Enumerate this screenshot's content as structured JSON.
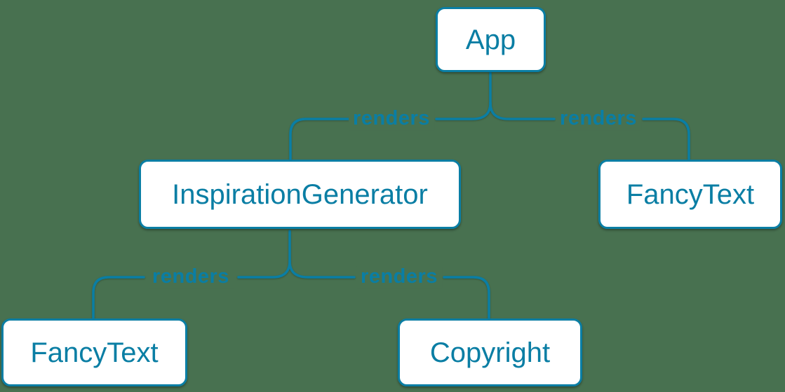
{
  "colors": {
    "background": "#487150",
    "accent": "#0a7ea4",
    "node_fill": "#ffffff"
  },
  "diagram": {
    "type": "component-render-tree",
    "nodes": [
      {
        "id": "app",
        "label": "App"
      },
      {
        "id": "inspiration-generator",
        "label": "InspirationGenerator"
      },
      {
        "id": "fancy-text-top",
        "label": "FancyText"
      },
      {
        "id": "fancy-text-bottom",
        "label": "FancyText"
      },
      {
        "id": "copyright",
        "label": "Copyright"
      }
    ],
    "edges": [
      {
        "from": "App",
        "to": "InspirationGenerator",
        "label": "renders"
      },
      {
        "from": "App",
        "to": "FancyText",
        "label": "renders"
      },
      {
        "from": "InspirationGenerator",
        "to": "FancyText",
        "label": "renders"
      },
      {
        "from": "InspirationGenerator",
        "to": "Copyright",
        "label": "renders"
      }
    ]
  }
}
